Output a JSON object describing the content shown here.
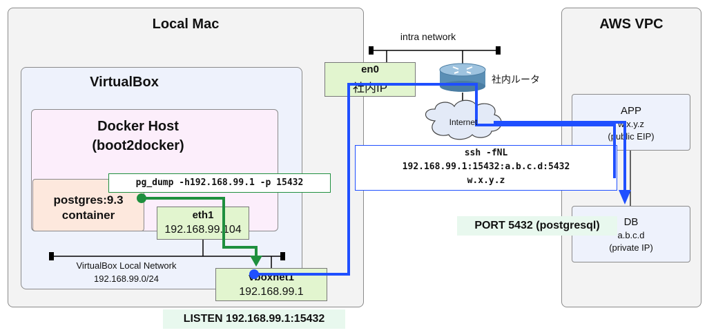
{
  "local_mac": {
    "title": "Local Mac"
  },
  "virtualbox": {
    "title": "VirtualBox"
  },
  "docker_host": {
    "title_line1": "Docker Host",
    "title_line2": "(boot2docker)"
  },
  "postgres": {
    "line1": "postgres:9.3",
    "line2": "container"
  },
  "eth1": {
    "name": "eth1",
    "ip": "192.168.99.104"
  },
  "vbox_network": {
    "name": "VirtualBox Local Network",
    "cidr": "192.168.99.0/24"
  },
  "vboxnet1": {
    "name": "vboxnet1",
    "ip": "192.168.99.1"
  },
  "pg_dump_command": "pg_dump -h192.168.99.1 -p 15432",
  "listen_label": "LISTEN 192.168.99.1:15432",
  "en0": {
    "name": "en0",
    "ip_label": "社内IP"
  },
  "intra_network": "intra network",
  "router_label": "社内ルータ",
  "internet_label": "Internet",
  "ssh_command": {
    "line1": "ssh -fNL",
    "line2": "192.168.99.1:15432:a.b.c.d:5432",
    "line3": "w.x.y.z"
  },
  "aws_vpc": {
    "title": "AWS VPC"
  },
  "app": {
    "name": "APP",
    "ip": "w.x.y.z",
    "note": "(public EIP)"
  },
  "db": {
    "name": "DB",
    "ip": "a.b.c.d",
    "note": "(private IP)"
  },
  "port_label": "PORT 5432 (postgresql)",
  "colors": {
    "green_arrow": "#1e8f3e",
    "blue_arrow": "#1f4fff",
    "box_green": "#e2f5cf"
  }
}
